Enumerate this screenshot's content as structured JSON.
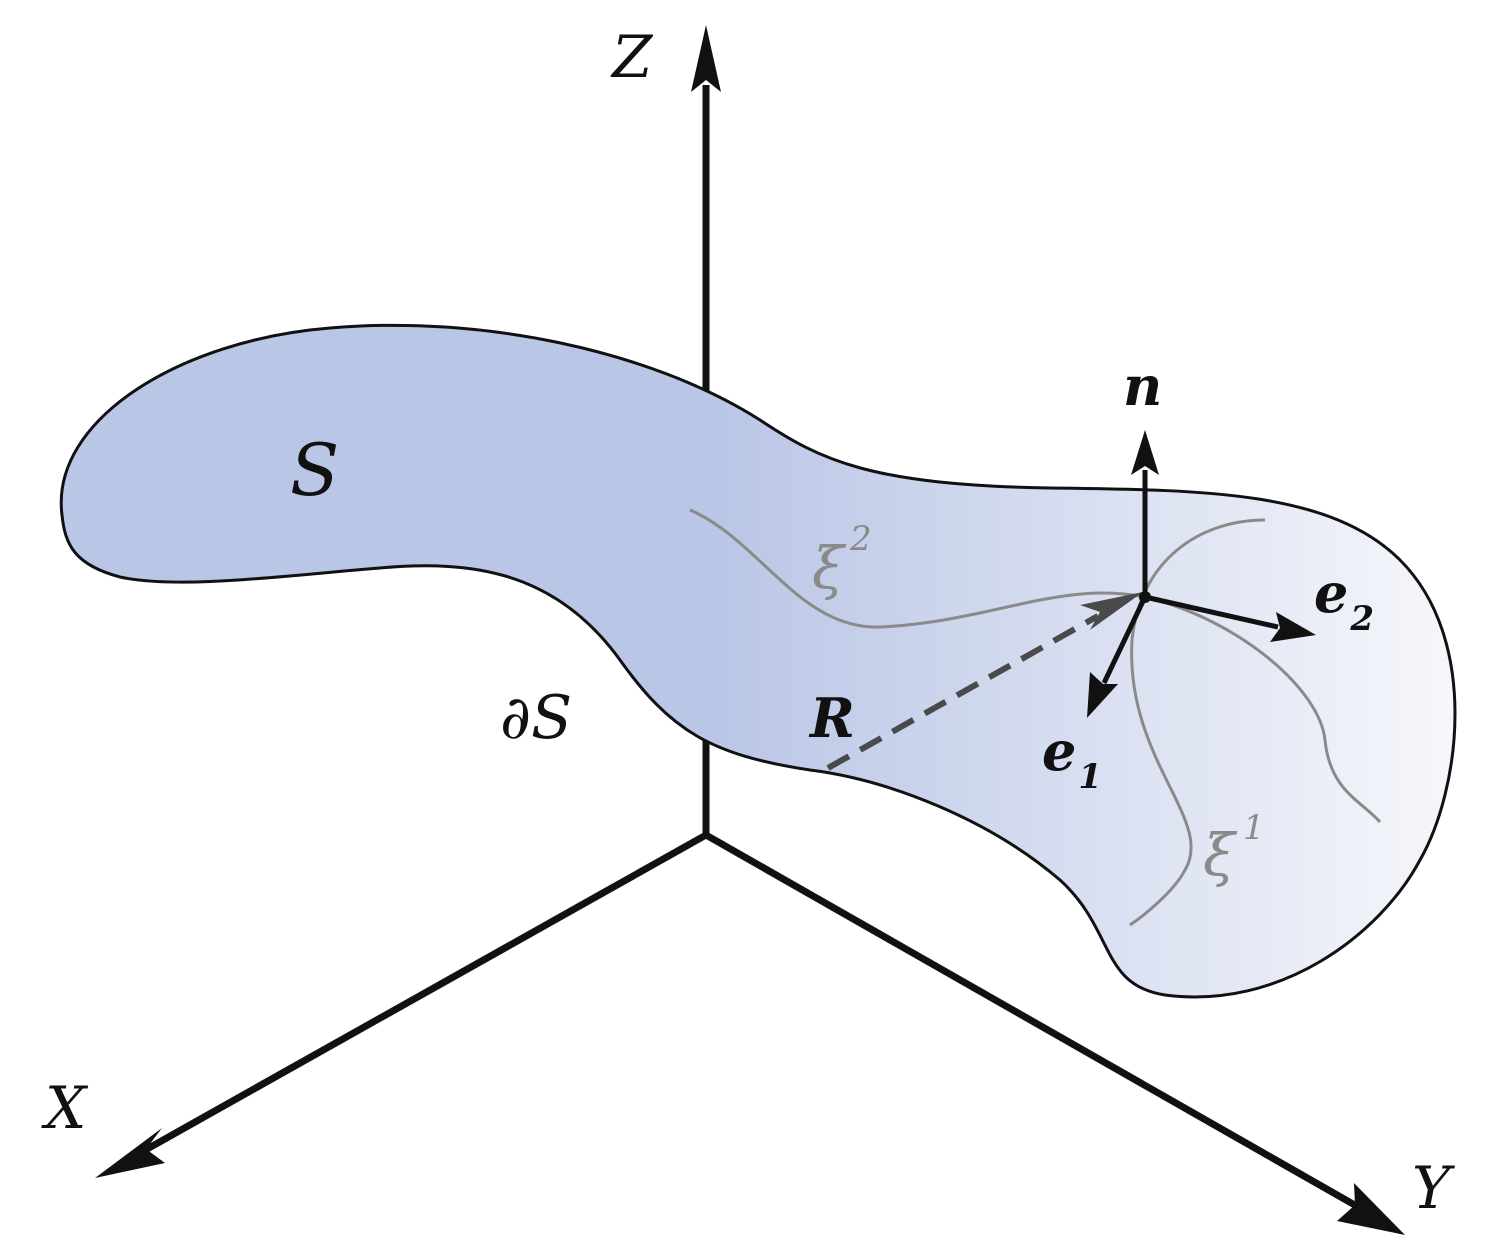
{
  "axes": {
    "z_label": "Z",
    "x_label": "X",
    "y_label": "Y"
  },
  "surface": {
    "label": "S",
    "boundary_label_prefix": "∂",
    "boundary_label_symbol": "S",
    "fill_color_left": "#bac6e6",
    "fill_color_right": "#f5f6fb",
    "outline_color": "#111111"
  },
  "curves": {
    "xi2_base": "ξ",
    "xi2_sup": "2",
    "xi1_base": "ξ",
    "xi1_sup": "1",
    "color": "#8a8a8a"
  },
  "vectors": {
    "position_label": "R",
    "normal_label": "n",
    "e1_base": "e",
    "e1_sub": "1",
    "e2_base": "e",
    "e2_sub": "2",
    "position_color": "#4a4a4a"
  }
}
